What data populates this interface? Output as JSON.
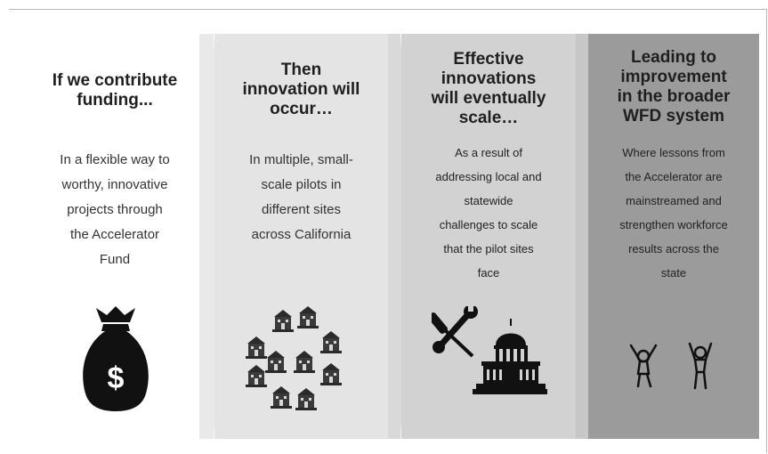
{
  "panels": [
    {
      "title": [
        "If we contribute",
        "funding..."
      ],
      "body": [
        "In a flexible way to",
        "worthy, innovative",
        "projects through",
        "the Accelerator",
        "Fund"
      ],
      "icon": "money-bag-icon",
      "icon_symbol": "$"
    },
    {
      "title": [
        "Then",
        "innovation will",
        "occur…"
      ],
      "body": [
        "In multiple, small-",
        "scale pilots in",
        "different sites",
        "across California"
      ],
      "icon": "school-buildings-icon"
    },
    {
      "title": [
        "Effective",
        "innovations",
        "will eventually",
        "scale…"
      ],
      "body": [
        "As a result of",
        "addressing local and",
        "statewide",
        "challenges to scale",
        "that the pilot sites",
        "face"
      ],
      "icon": "tools-and-capitol-icon"
    },
    {
      "title": [
        "Leading to",
        "improvement",
        "in the broader",
        "WFD system"
      ],
      "body": [
        "Where lessons from",
        "the Accelerator are",
        "mainstreamed and",
        "strengthen workforce",
        "results across the",
        "state"
      ],
      "icon": "cheering-people-icon"
    }
  ],
  "colors": {
    "panel1": "#ffffff",
    "panel2": "#e4e4e4",
    "panel3": "#d2d2d2",
    "panel4": "#9b9b9b"
  }
}
